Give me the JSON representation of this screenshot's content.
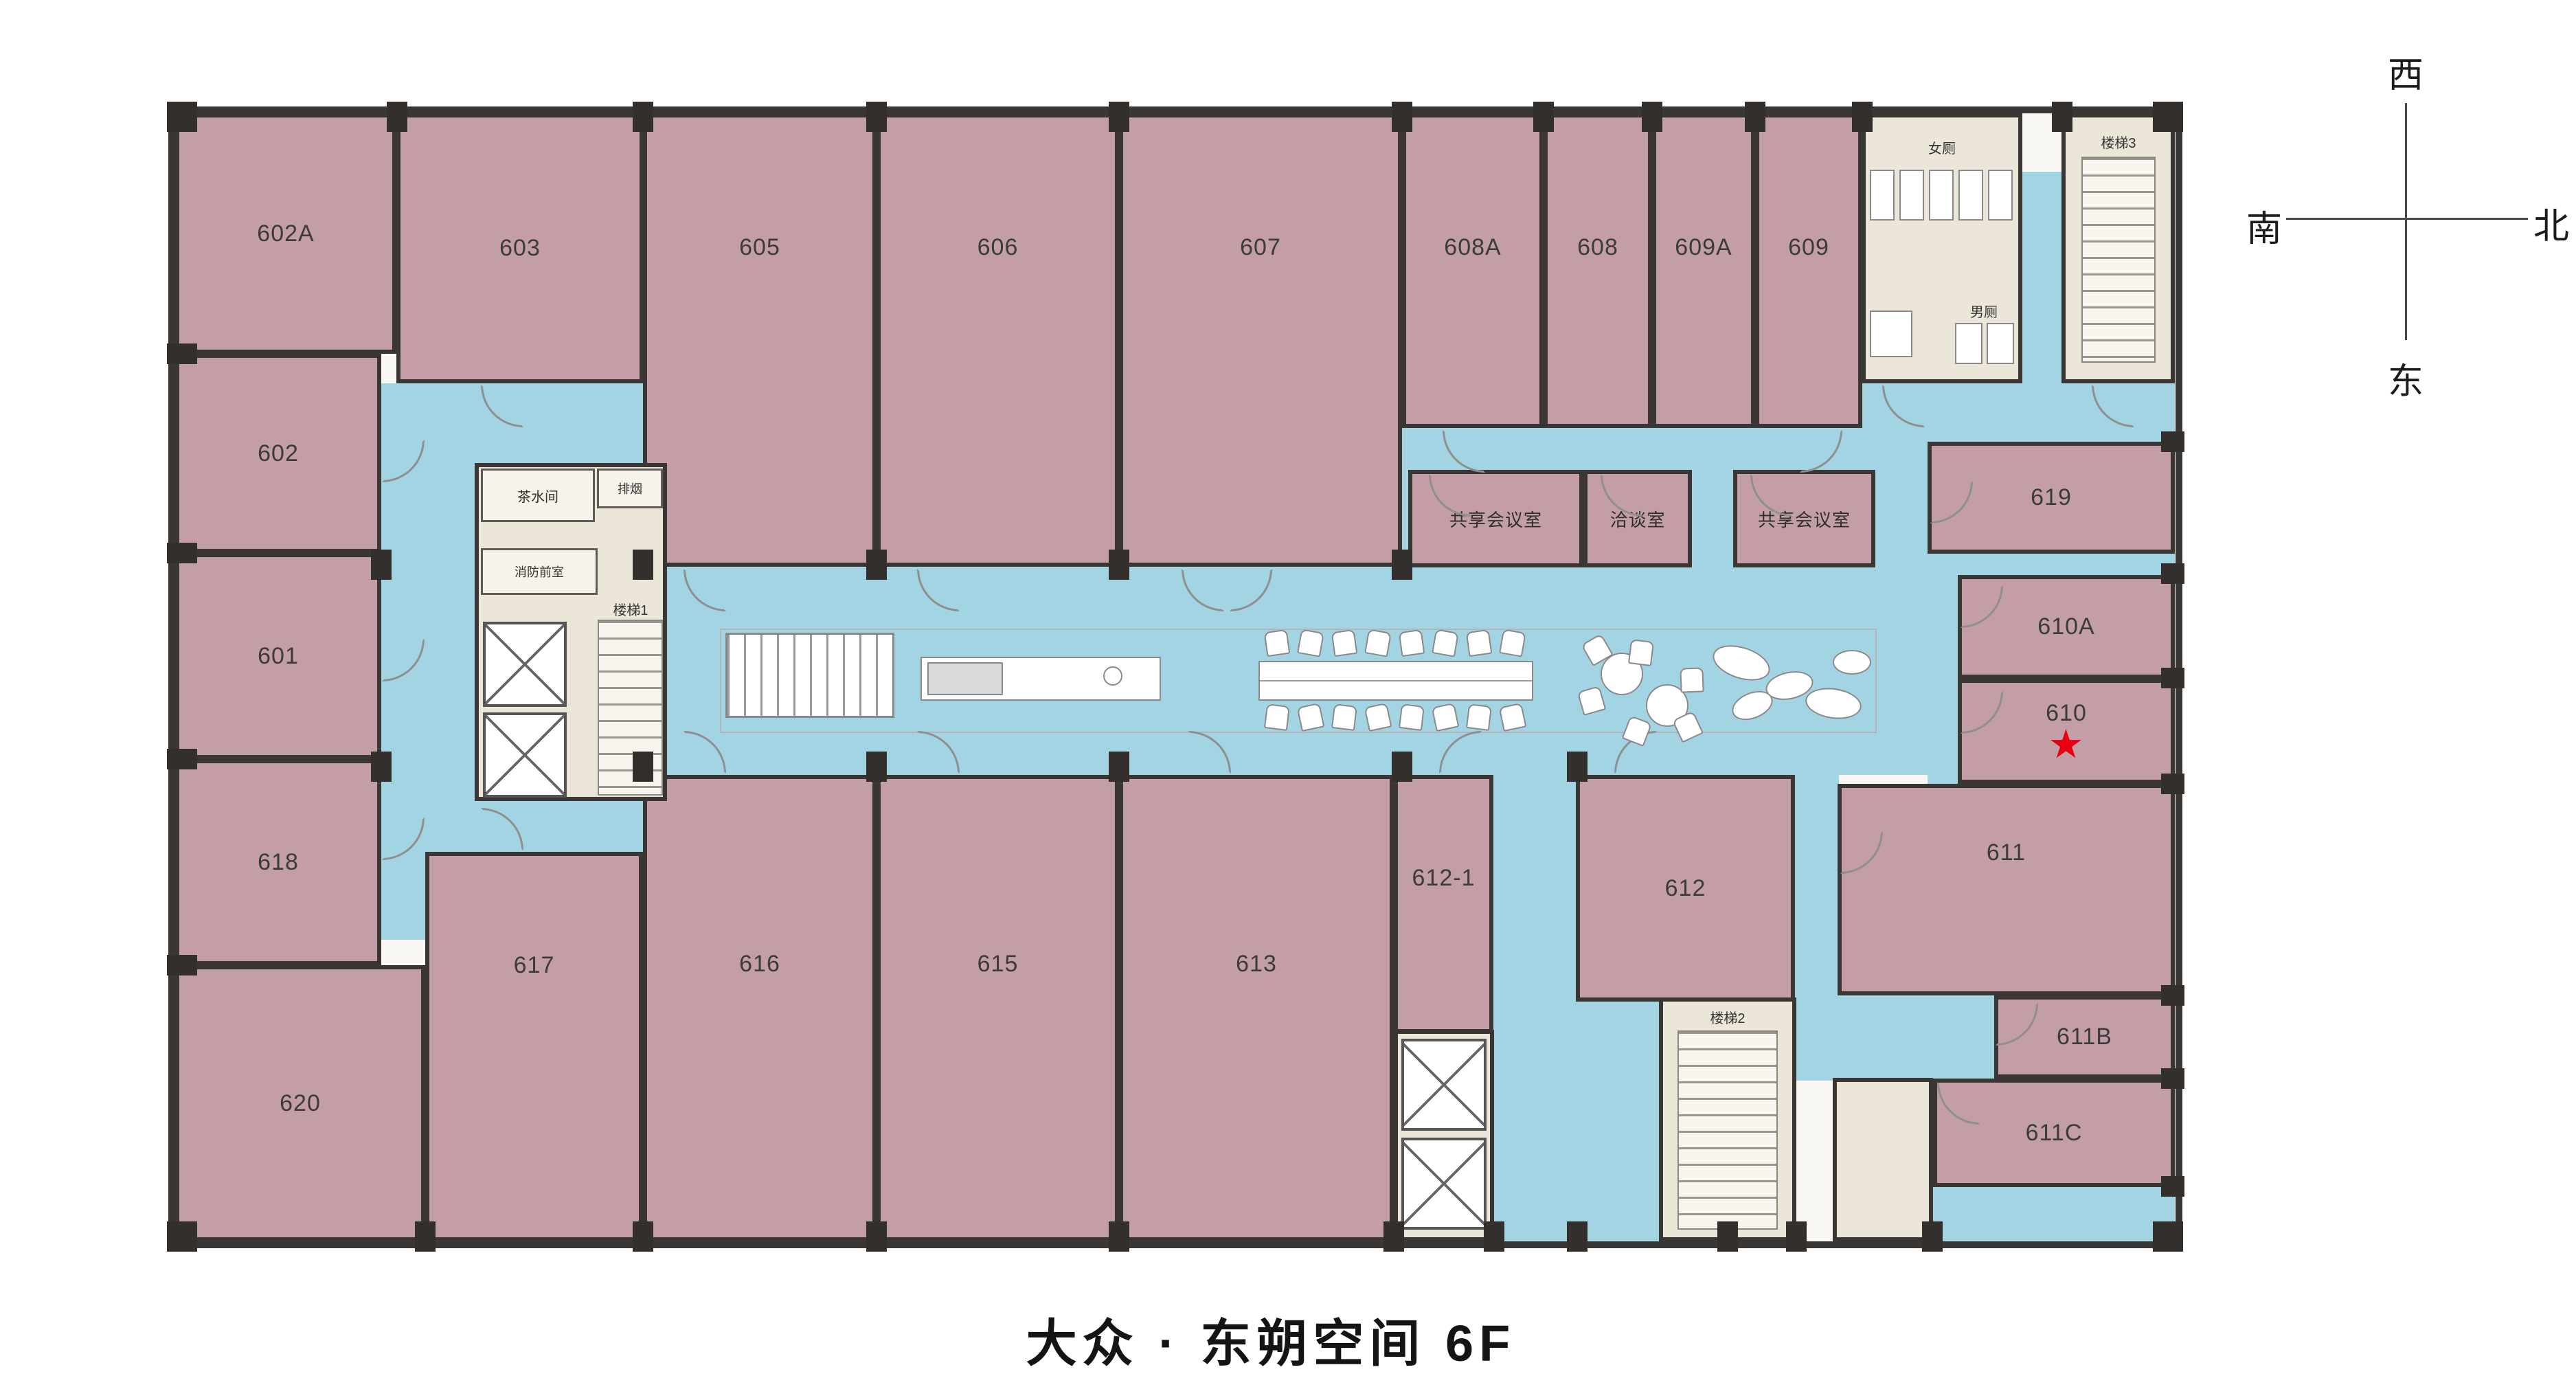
{
  "title": "大众 · 东朔空间  6F",
  "compass": {
    "west": "西",
    "south": "南",
    "north": "北",
    "east": "东"
  },
  "rooms": {
    "602A": "602A",
    "603": "603",
    "605": "605",
    "606": "606",
    "607": "607",
    "608A": "608A",
    "608": "608",
    "609A": "609A",
    "609": "609",
    "602": "602",
    "601": "601",
    "618": "618",
    "620": "620",
    "619": "619",
    "610A": "610A",
    "610": "610",
    "611": "611",
    "611B": "611B",
    "611C": "611C",
    "617": "617",
    "616": "616",
    "615": "615",
    "613": "613",
    "612-1": "612-1",
    "612": "612"
  },
  "facilities": {
    "tea_room": "茶水间",
    "smoke_vent": "排烟",
    "fire_anteroom": "消防前室",
    "stair_1": "楼梯1",
    "stair_2": "楼梯2",
    "stair_3": "楼梯3",
    "womens_toilet": "女厕",
    "mens_toilet": "男厕",
    "shared_meeting_west": "共享会议室",
    "negotiation_room": "洽谈室",
    "shared_meeting_east": "共享会议室"
  },
  "marker": {
    "room": "610",
    "symbol": "★",
    "color": "#e60012"
  },
  "colors": {
    "room_fill": "#c49ea6",
    "corridor_fill": "#a3d4e4",
    "core_fill": "#ece6d9",
    "wall": "#3a3634"
  }
}
